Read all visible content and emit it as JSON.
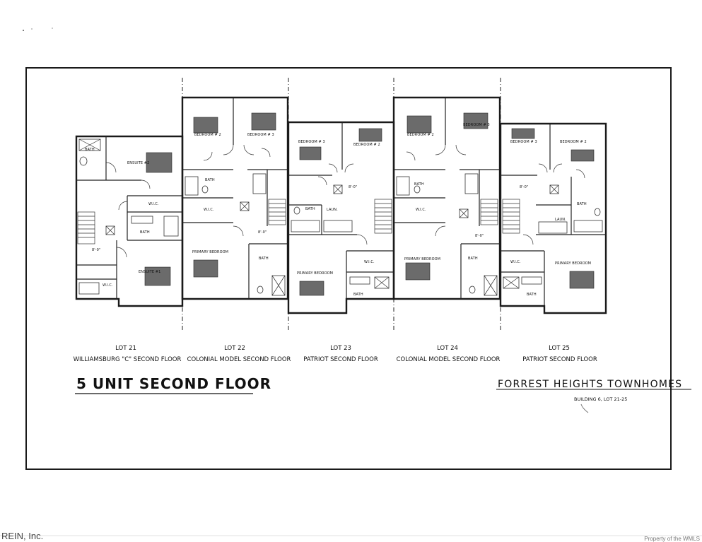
{
  "sheet": {
    "title": "5 UNIT SECOND FLOOR",
    "project_name": "FORREST HEIGHTS TOWNHOMES",
    "project_sub": "BUILDING 6, LOT 21-25"
  },
  "lots": [
    {
      "lot": "LOT 21",
      "plan": "WILLIAMSBURG \"C\" SECOND FLOOR"
    },
    {
      "lot": "LOT 22",
      "plan": "COLONIAL MODEL SECOND FLOOR"
    },
    {
      "lot": "LOT 23",
      "plan": "PATRIOT SECOND FLOOR"
    },
    {
      "lot": "LOT 24",
      "plan": "COLONIAL MODEL SECOND FLOOR"
    },
    {
      "lot": "LOT 25",
      "plan": "PATRIOT SECOND FLOOR"
    }
  ],
  "rooms": {
    "lot21": {
      "ensuite2": "ENSUITE #2",
      "wic_top": "W.I.C.",
      "bath_top": "BATH",
      "bath": "BATH",
      "wic_bottom": "W.I.C.",
      "ensuite1": "ENSUITE #1",
      "hall": "8'-0\""
    },
    "lot22": {
      "bed2": "BEDROOM # 2",
      "bed3": "BEDROOM # 3",
      "bath": "BATH",
      "wic": "W.I.C.",
      "primary": "PRIMARY BEDROOM",
      "pbath": "BATH",
      "hall": "8'-0\""
    },
    "lot23": {
      "bed3": "BEDROOM # 3",
      "bed2": "BEDROOM # 2",
      "bath": "BATH",
      "laun": "LAUN.",
      "wic": "W.I.C.",
      "primary": "PRIMARY BEDROOM",
      "pbath": "BATH",
      "hall": "8'-0\""
    },
    "lot24": {
      "bed2": "BEDROOM # 2",
      "bed3": "BEDROOM # 3",
      "bath": "BATH",
      "wic": "W.I.C.",
      "primary": "PRIMARY BEDROOM",
      "pbath": "BATH",
      "hall": "8'-0\""
    },
    "lot25": {
      "bed3": "BEDROOM # 3",
      "bed2": "BEDROOM # 2",
      "bath": "BATH",
      "laun": "LAUN.",
      "wic": "W.I.C.",
      "primary": "PRIMARY BEDROOM",
      "pbath": "BATH",
      "hall": "8'-0\""
    }
  },
  "watermark": {
    "left": "REIN, Inc.",
    "right": "Property of the WMLS"
  }
}
